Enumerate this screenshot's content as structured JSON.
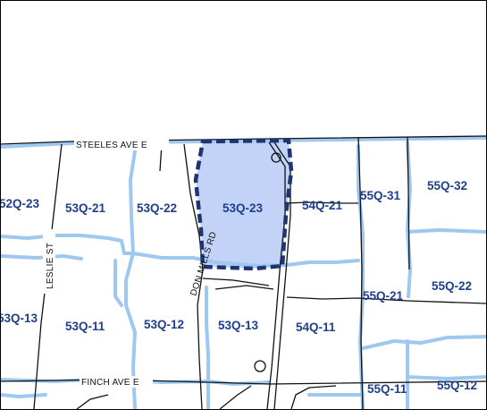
{
  "colors": {
    "zone_boundary": "#9ec8ef",
    "road": "#111111",
    "highlight_fill": "#c3d2f7",
    "highlight_border": "#1f3470",
    "label": "#1f3f8c"
  },
  "streets": {
    "steeles": "STEELES AVE E",
    "finch": "FINCH AVE E",
    "leslie": "LESLIE ST",
    "don_mills": "DON MILLS RD"
  },
  "highlighted_zone": "53Q-23",
  "zones": {
    "z52q23": "52Q-23",
    "z53q21": "53Q-21",
    "z53q22": "53Q-22",
    "z53q23": "53Q-23",
    "z54q21": "54Q-21",
    "z55q31": "55Q-31",
    "z55q32": "55Q-32",
    "z55q21": "55Q-21",
    "z55q22": "55Q-22",
    "z53q13": "53Q-13",
    "z53q11": "53Q-11",
    "z53q12": "53Q-12",
    "z53q13b": "53Q-13",
    "z54q11": "54Q-11",
    "z55q11": "55Q-11",
    "z55q12": "55Q-12"
  }
}
